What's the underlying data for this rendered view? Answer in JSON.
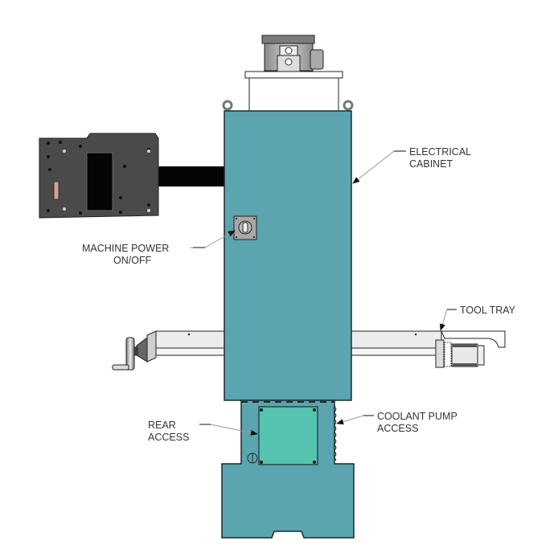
{
  "diagram": {
    "title": "Machine rear view",
    "colors": {
      "cabinet": "#5aa5b0",
      "access_panel": "#56c3b0",
      "outline": "#1e2a2c",
      "pendant": "#4a4a4a",
      "arm": "#050505",
      "table": "#ececec",
      "leader": "#999999",
      "text": "#333333"
    },
    "callouts": {
      "electrical_cabinet": [
        "ELECTRICAL",
        "CABINET"
      ],
      "machine_power": [
        "MACHINE POWER",
        "ON/OFF"
      ],
      "tool_tray": [
        "TOOL TRAY"
      ],
      "rear_access": [
        "REAR",
        "ACCESS"
      ],
      "coolant_pump_access": [
        "COOLANT PUMP",
        "ACCESS"
      ]
    }
  }
}
